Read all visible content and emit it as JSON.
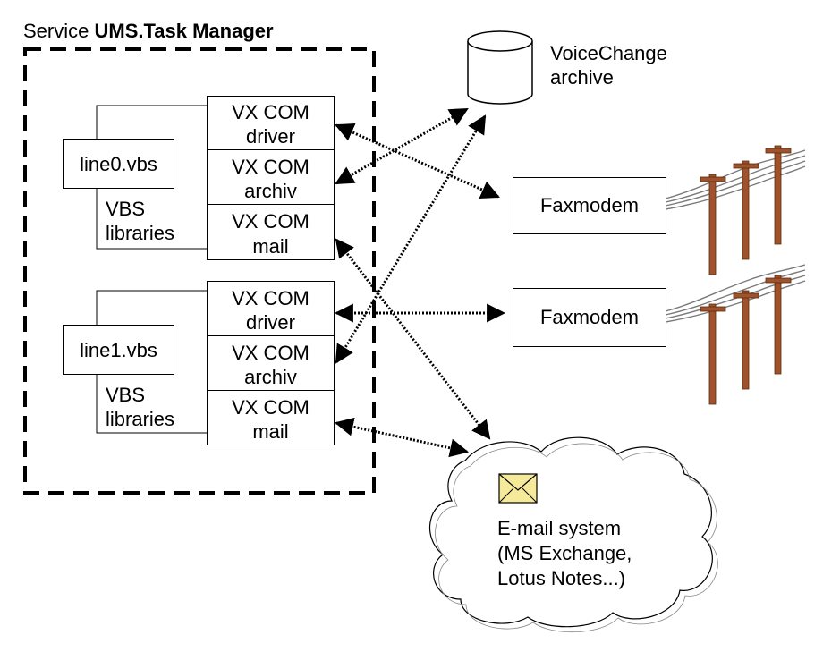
{
  "title": {
    "prefix": "Service",
    "name": "UMS.Task Manager"
  },
  "archive": {
    "line1": "VoiceChange",
    "line2": "archive"
  },
  "groups": [
    {
      "script": "line0.vbs",
      "libs_line1": "VBS",
      "libs_line2": "libraries",
      "modules": [
        {
          "line1": "VX COM",
          "line2": "driver"
        },
        {
          "line1": "VX COM",
          "line2": "archiv"
        },
        {
          "line1": "VX COM",
          "line2": "mail"
        }
      ]
    },
    {
      "script": "line1.vbs",
      "libs_line1": "VBS",
      "libs_line2": "libraries",
      "modules": [
        {
          "line1": "VX COM",
          "line2": "driver"
        },
        {
          "line1": "VX COM",
          "line2": "archiv"
        },
        {
          "line1": "VX COM",
          "line2": "mail"
        }
      ]
    }
  ],
  "faxmodems": [
    "Faxmodem",
    "Faxmodem"
  ],
  "email": {
    "line1": "E-mail system",
    "line2": "(MS Exchange,",
    "line3": "Lotus Notes...)"
  },
  "colors": {
    "pole": "#a0522d",
    "wire": "#7a7a7a",
    "envelope": "#f5e99a"
  }
}
